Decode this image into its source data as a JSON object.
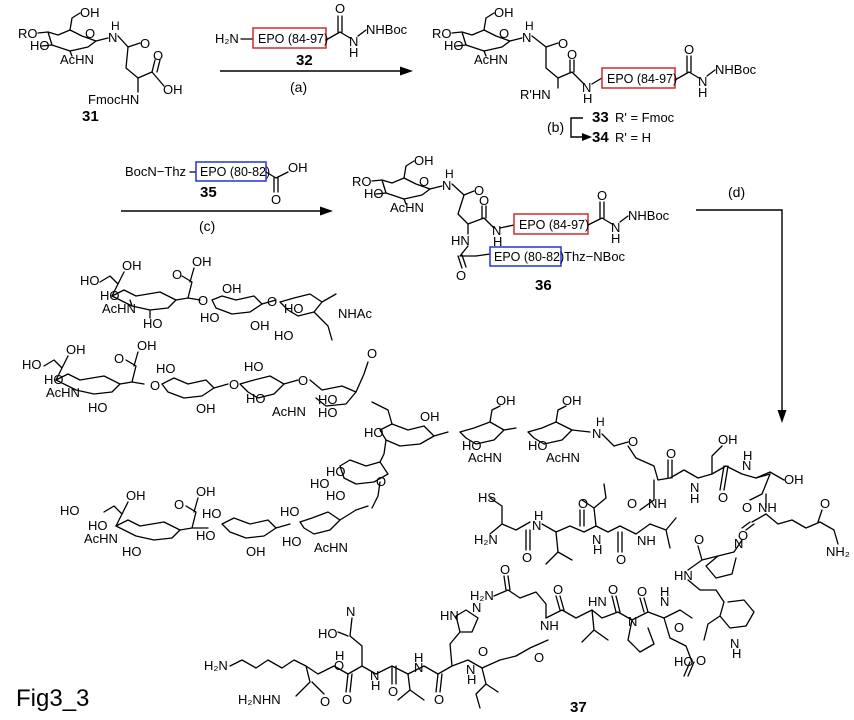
{
  "figure": {
    "caption": "Fig3_3",
    "colors": {
      "epo_84_97_box": "#d42a2a",
      "epo_80_82_box": "#2433d6",
      "ink": "#000000",
      "background": "#ffffff"
    }
  },
  "compounds": {
    "c31": {
      "number": "31",
      "labels": {
        "oh_top": "OH",
        "ro": "RO",
        "ho": "HO",
        "achn": "AcHN",
        "ring_o": "O",
        "nh": "H",
        "n": "N",
        "carbonyl_o": "O",
        "acid_o": "O",
        "acid_oh": "OH",
        "fmochn": "FmocHN"
      }
    },
    "c32": {
      "number": "32",
      "labels": {
        "h2n": "H₂N",
        "box": "EPO (84-97)",
        "carbonyl_o": "O",
        "n": "N",
        "h": "H",
        "nhboc": "NHBoc"
      }
    },
    "c33_34": {
      "number_33": "33",
      "text_33": "R' = Fmoc",
      "number_34": "34",
      "text_34": "R' = H",
      "labels": {
        "oh_top": "OH",
        "ro": "RO",
        "ho": "HO",
        "achn": "AcHN",
        "ring_o": "O",
        "nh_h": "H",
        "n": "N",
        "amide_o": "O",
        "o2": "O",
        "rhn": "R'HN",
        "n2": "N",
        "h2": "H",
        "box": "EPO (84-97)",
        "o3": "O",
        "n3": "N",
        "h3": "H",
        "nhboc": "NHBoc"
      }
    },
    "c35": {
      "number": "35",
      "labels": {
        "bocn_thz": "BocN−Thz",
        "box": "EPO (80-82)",
        "oh": "OH",
        "o": "O"
      }
    },
    "c36": {
      "number": "36",
      "labels": {
        "oh_top": "OH",
        "ro": "RO",
        "ho": "HO",
        "achn": "AcHN",
        "ring_o": "O",
        "nh_h": "H",
        "n": "N",
        "amide_o": "O",
        "o2": "O",
        "n2": "N",
        "h2": "H",
        "box_red": "EPO (84-97)",
        "o3": "O",
        "n3": "N",
        "h3": "H",
        "nhboc": "NHBoc",
        "hn": "HN",
        "o4": "O",
        "box_blue": "EPO (80-82)",
        "thz_nboc": "Thz−NBoc"
      }
    },
    "c37": {
      "number": "37",
      "glycan_labels": {
        "sia1": [
          "OH",
          "HO",
          "O",
          "OH",
          "HO",
          "AcHN",
          "HO",
          "O"
        ],
        "sia2": [
          "OH",
          "HO",
          "O",
          "OH",
          "HO",
          "AcHN",
          "HO",
          "O"
        ],
        "sia3": [
          "OH",
          "HO",
          "O",
          "OH",
          "HO",
          "AcHN",
          "HO",
          "O"
        ],
        "gal": [
          "OH",
          "HO",
          "OH",
          "O"
        ],
        "glcnac": [
          "NHAc",
          "HO",
          "HO",
          "AcHN",
          "AcHN",
          "O"
        ],
        "man": [
          "HO",
          "HO",
          "HO",
          "O",
          "OH",
          "O"
        ],
        "core": [
          "OH",
          "OH",
          "HO",
          "HO",
          "AcHN",
          "AcHN",
          "H",
          "N",
          "O"
        ]
      },
      "peptide_labels": {
        "ser": [
          "OH",
          "OH",
          "NH",
          "N",
          "H",
          "O",
          "O",
          "O",
          "NH",
          "O",
          "N",
          "H"
        ],
        "gln_c": [
          "O",
          "NH₂",
          "NH",
          "O"
        ],
        "pro_trp": [
          "N",
          "HN",
          "O",
          "N",
          "H",
          "O",
          "H"
        ],
        "cys_leu_val": [
          "HS",
          "H₂N",
          "N",
          "H",
          "O",
          "O",
          "N",
          "H",
          "O",
          "NH",
          "O",
          "NH"
        ],
        "gln_n": [
          "H₂N",
          "O",
          "NH",
          "H",
          "N",
          "O"
        ],
        "leu_pro_glu": [
          "O",
          "HN",
          "NH",
          "O",
          "N",
          "O",
          "N",
          "H",
          "O",
          "HO",
          "O"
        ],
        "his_val_asp_lys": [
          "HN",
          "N",
          "O",
          "N",
          "H",
          "O",
          "H",
          "N",
          "O",
          "N",
          "H",
          "O",
          "HO",
          "O",
          "H",
          "N",
          "O",
          "H₂N",
          "H₂NHN",
          "O"
        ]
      }
    }
  },
  "steps": {
    "a": "(a)",
    "b": "(b)",
    "c": "(c)",
    "d": "(d)"
  }
}
